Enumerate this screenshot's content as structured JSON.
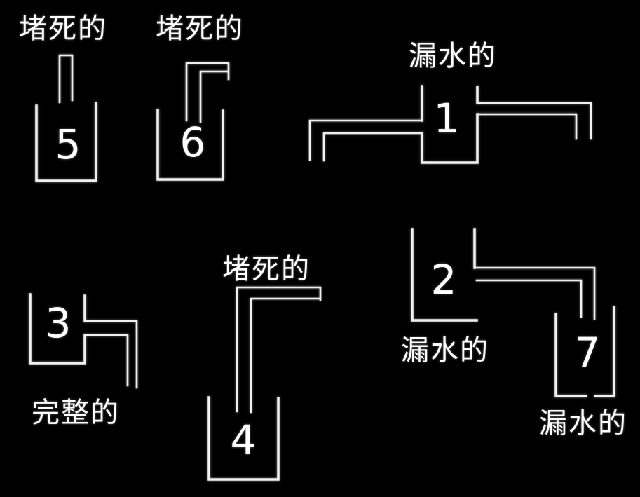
{
  "colors": {
    "background": "#000000",
    "line": "#f0f0f0",
    "text": "#ffffff"
  },
  "figures": [
    {
      "number": "5",
      "status": "堵死的"
    },
    {
      "number": "6",
      "status": "堵死的"
    },
    {
      "number": "1",
      "status": "漏水的"
    },
    {
      "number": "3",
      "status": "完整的"
    },
    {
      "number": "4",
      "status": "堵死的"
    },
    {
      "number": "2",
      "status": "漏水的"
    },
    {
      "number": "7",
      "status": "漏水的"
    }
  ]
}
